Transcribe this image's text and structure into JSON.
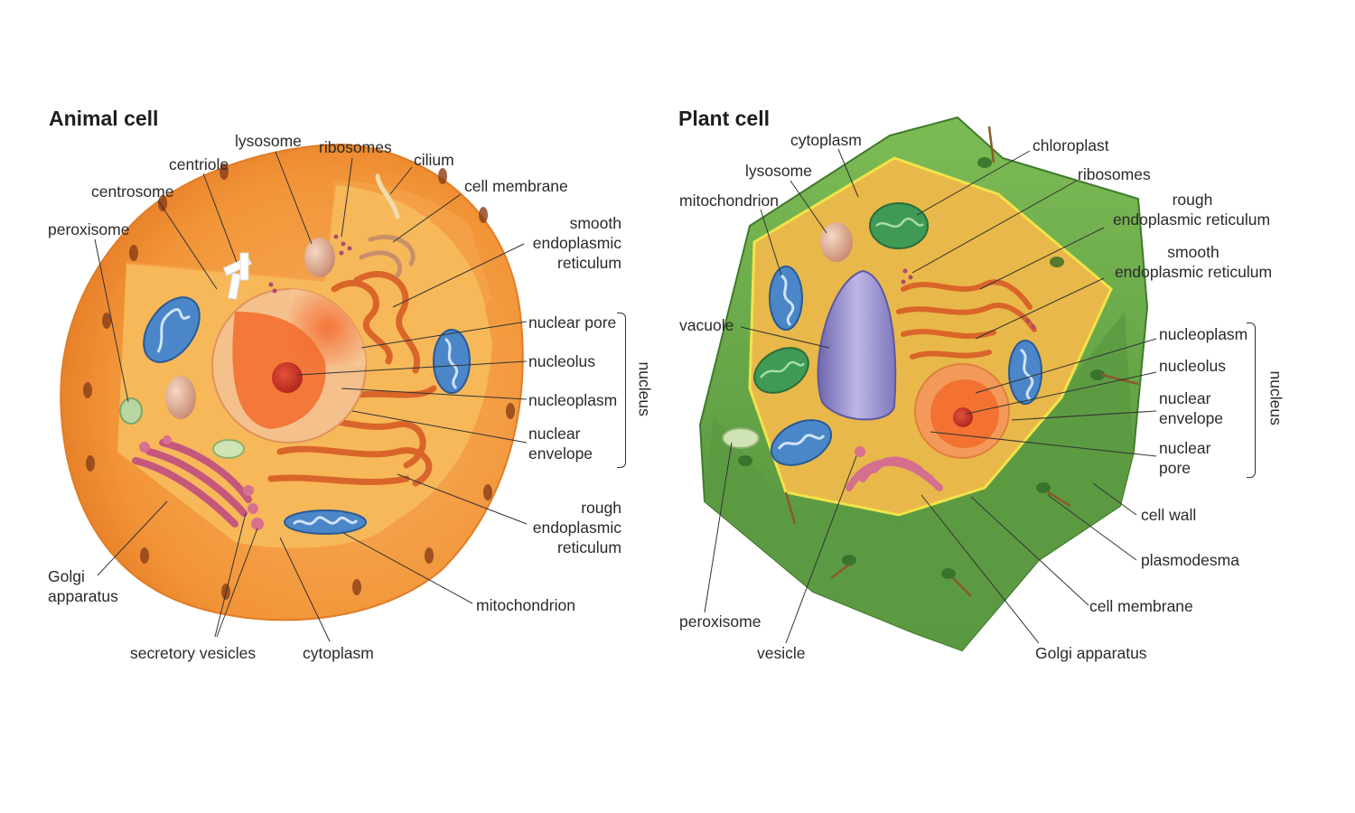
{
  "animal": {
    "title": "Animal cell",
    "labels": {
      "lysosome": "lysosome",
      "ribosomes": "ribosomes",
      "centriole": "centriole",
      "cilium": "cilium",
      "centrosome": "centrosome",
      "cell_membrane": "cell membrane",
      "peroxisome": "peroxisome",
      "smooth_er": [
        "smooth",
        "endoplasmic",
        "reticulum"
      ],
      "nuclear_pore": "nuclear pore",
      "nucleolus": "nucleolus",
      "nucleoplasm": "nucleoplasm",
      "nuclear_envelope": [
        "nuclear",
        "envelope"
      ],
      "rough_er": [
        "rough",
        "endoplasmic",
        "reticulum"
      ],
      "golgi": [
        "Golgi",
        "apparatus"
      ],
      "mitochondrion": "mitochondrion",
      "secretory_vesicles": "secretory vesicles",
      "cytoplasm": "cytoplasm",
      "nucleus_bracket": "nucleus"
    }
  },
  "plant": {
    "title": "Plant cell",
    "labels": {
      "cytoplasm": "cytoplasm",
      "chloroplast": "chloroplast",
      "lysosome": "lysosome",
      "ribosomes": "ribosomes",
      "mitochondrion": "mitochondrion",
      "rough_er": [
        "rough",
        "endoplasmic reticulum"
      ],
      "smooth_er": [
        "smooth",
        "endoplasmic reticulum"
      ],
      "vacuole": "vacuole",
      "nucleoplasm": "nucleoplasm",
      "nucleolus": "nucleolus",
      "nuclear_envelope": [
        "nuclear",
        "envelope"
      ],
      "nuclear_pore": [
        "nuclear",
        "pore"
      ],
      "cell_wall": "cell wall",
      "plasmodesma": "plasmodesma",
      "cell_membrane": "cell membrane",
      "peroxisome": "peroxisome",
      "vesicle": "vesicle",
      "golgi": "Golgi apparatus",
      "nucleus_bracket": "nucleus"
    }
  },
  "colors": {
    "animal_outer": "#f29a3c",
    "animal_inner": "#f7b85a",
    "plant_wall": "#6fae4a",
    "plant_cytoplasm": "#e9b84a",
    "mitochondrion": "#4a86c8",
    "golgi": "#d4708e",
    "vacuole": "#8f89c6",
    "chloroplast": "#3f9a55"
  }
}
